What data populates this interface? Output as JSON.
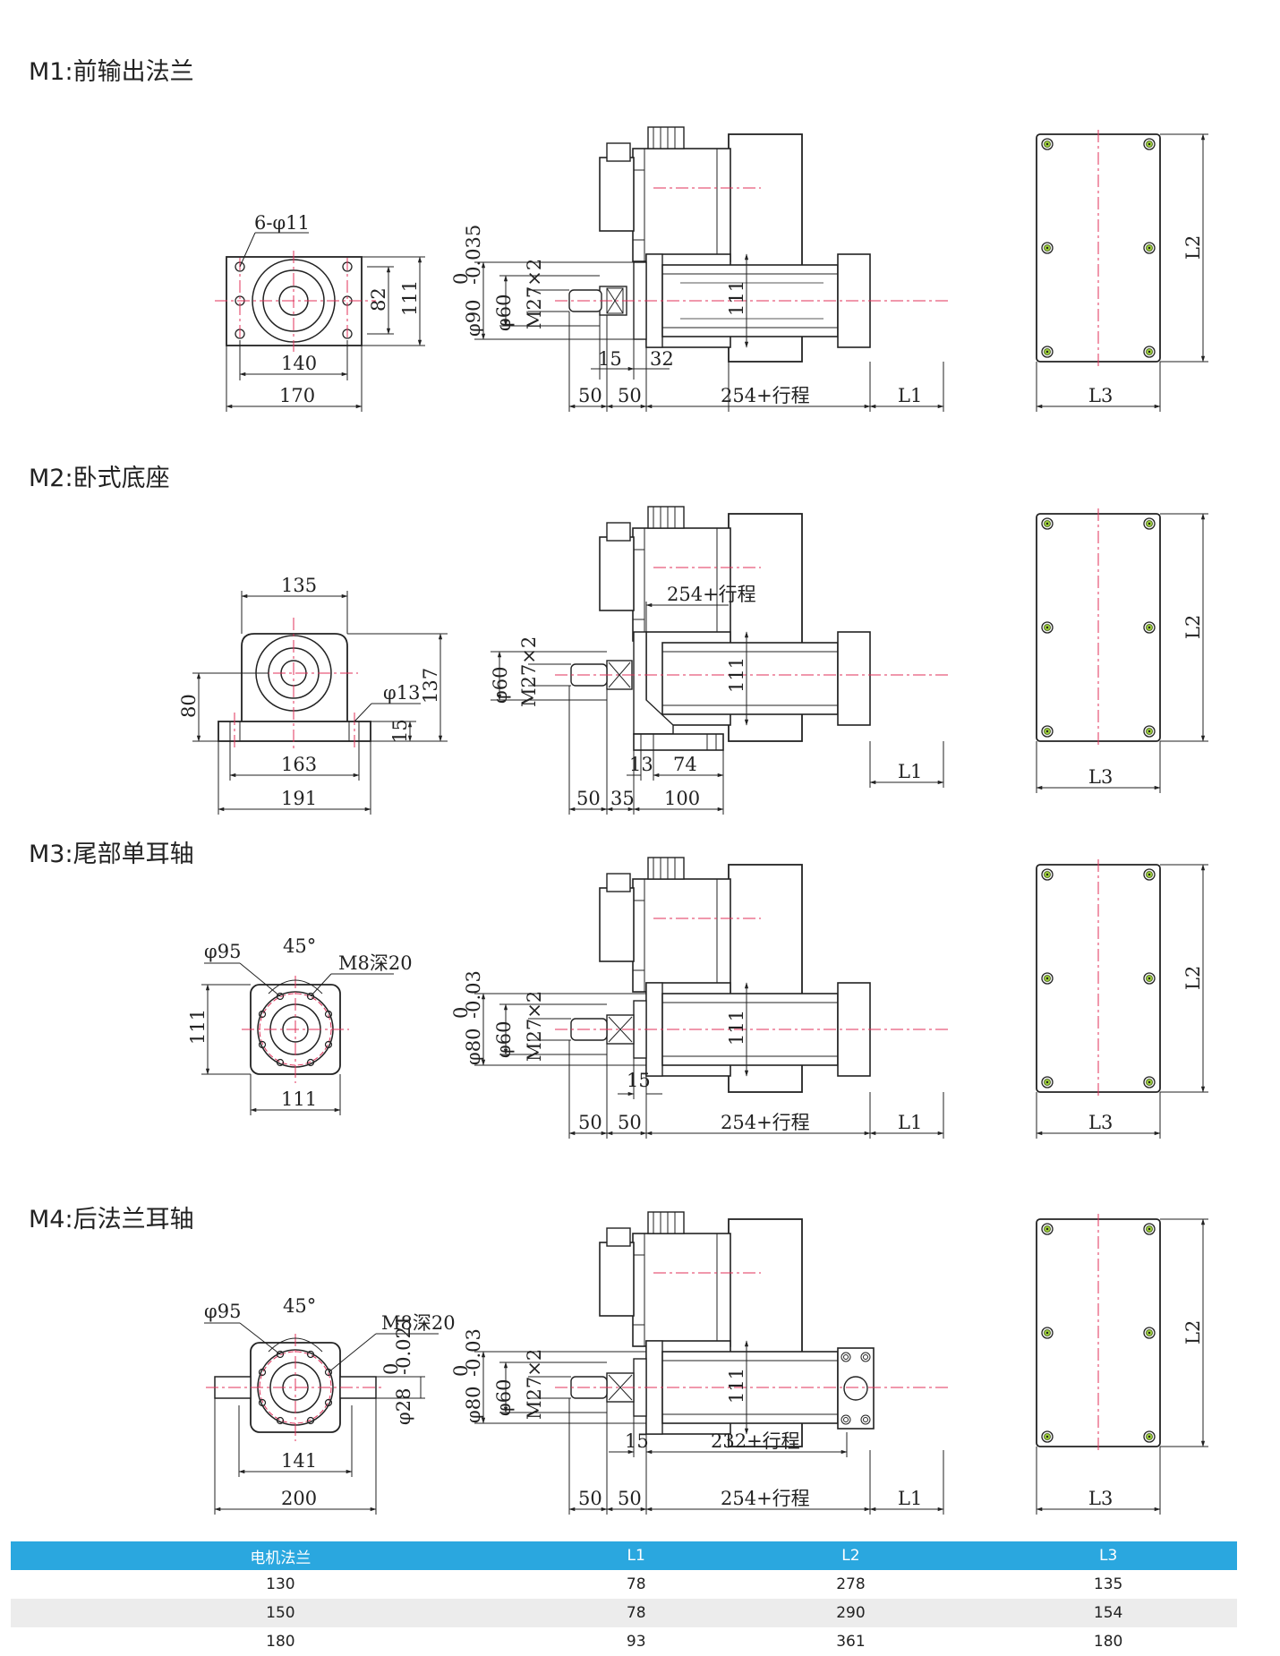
{
  "sections": [
    {
      "title": "M1:前输出法兰"
    },
    {
      "title": "M2:卧式底座"
    },
    {
      "title": "M3:尾部单耳轴"
    },
    {
      "title": "M4:后法兰耳轴"
    }
  ],
  "m1": {
    "holes": "6-φ11",
    "d82": "82",
    "d111": "111",
    "d140": "140",
    "d170": "170",
    "tol90": "φ90",
    "tol90_up": "0",
    "tol90_low": "-0.035",
    "phi60": "φ60",
    "thread": "M27×2",
    "h111": "111",
    "d15": "15",
    "d32": "32",
    "d50a": "50",
    "d50b": "50",
    "stroke": "254+行程",
    "L1": "L1",
    "L2": "L2",
    "L3": "L3"
  },
  "m2": {
    "d135": "135",
    "d137": "137",
    "d80": "80",
    "phi13": "φ13",
    "d15": "15",
    "d163": "163",
    "d191": "191",
    "stroke": "254+行程",
    "phi60": "φ60",
    "thread": "M27×2",
    "h111": "111",
    "d13": "13",
    "d74": "74",
    "d50": "50",
    "d35": "35",
    "d100": "100",
    "L1": "L1",
    "L2": "L2",
    "L3": "L3"
  },
  "m3": {
    "phi95": "φ95",
    "angle": "45°",
    "m8": "M8深20",
    "d111v": "111",
    "d111h": "111",
    "tol80": "φ80",
    "tol80_up": "0",
    "tol80_low": "-0.03",
    "phi60": "φ60",
    "thread": "M27×2",
    "h111": "111",
    "d15": "15",
    "d50a": "50",
    "d50b": "50",
    "stroke": "254+行程",
    "L1": "L1",
    "L2": "L2",
    "L3": "L3"
  },
  "m4": {
    "phi95": "φ95",
    "angle": "45°",
    "m8": "M8深20",
    "phi28": "φ28",
    "tol28_up": "0",
    "tol28_low": "-0.021",
    "d141": "141",
    "d200": "200",
    "tol80": "φ80",
    "tol80_up": "0",
    "tol80_low": "-0.03",
    "phi60": "φ60",
    "thread": "M27×2",
    "h111": "111",
    "d15": "15",
    "stroke232": "232+行程",
    "d50a": "50",
    "d50b": "50",
    "stroke254": "254+行程",
    "L1": "L1",
    "L2": "L2",
    "L3": "L3"
  },
  "table": {
    "headers": [
      "电机法兰",
      "L1",
      "L2",
      "L3"
    ],
    "rows": [
      [
        "130",
        "78",
        "278",
        "135"
      ],
      [
        "150",
        "78",
        "290",
        "154"
      ],
      [
        "180",
        "93",
        "361",
        "180"
      ]
    ]
  },
  "colors": {
    "header_bg": "#2aa7df",
    "centerline": "#e0305a",
    "screw": "#9ccc3a"
  }
}
